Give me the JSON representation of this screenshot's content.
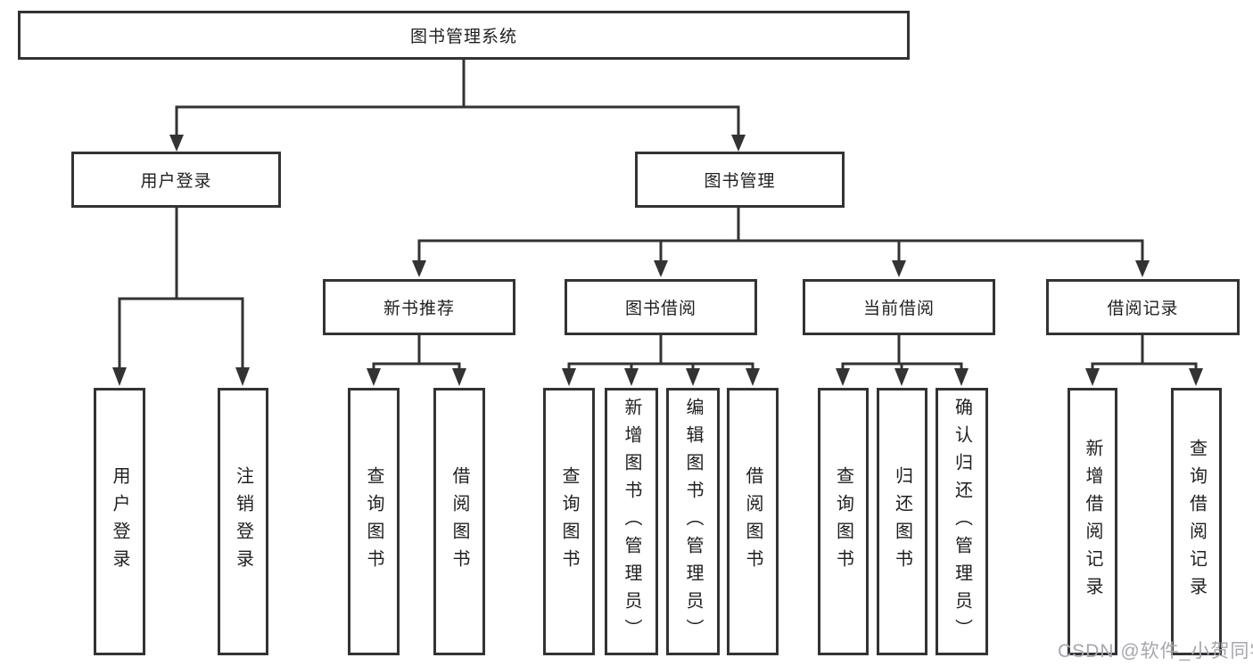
{
  "diagram": {
    "root": {
      "label": "图书管理系统"
    },
    "level2": [
      {
        "label": "用户登录"
      },
      {
        "label": "图书管理"
      }
    ],
    "level3": [
      {
        "label": "新书推荐"
      },
      {
        "label": "图书借阅"
      },
      {
        "label": "当前借阅"
      },
      {
        "label": "借阅记录"
      }
    ],
    "leaves": {
      "user_login": [
        {
          "label": "用户登录"
        },
        {
          "label": "注销登录"
        }
      ],
      "new_book_recommend": [
        {
          "label": "查询图书"
        },
        {
          "label": "借阅图书"
        }
      ],
      "book_borrow": [
        {
          "label": "查询图书"
        },
        {
          "label": "新增图书（管理员）"
        },
        {
          "label": "编辑图书（管理员）"
        },
        {
          "label": "借阅图书"
        }
      ],
      "current_borrow": [
        {
          "label": "查询图书"
        },
        {
          "label": "归还图书"
        },
        {
          "label": "确认归还（管理员）"
        }
      ],
      "borrow_records": [
        {
          "label": "新增借阅记录"
        },
        {
          "label": "查询借阅记录"
        }
      ]
    },
    "watermark": "CSDN @软件_小贺同学",
    "colors": {
      "line": "#333333",
      "text": "#1f1f1f",
      "background": "#ffffff",
      "watermark": "#a6a6ad"
    }
  }
}
